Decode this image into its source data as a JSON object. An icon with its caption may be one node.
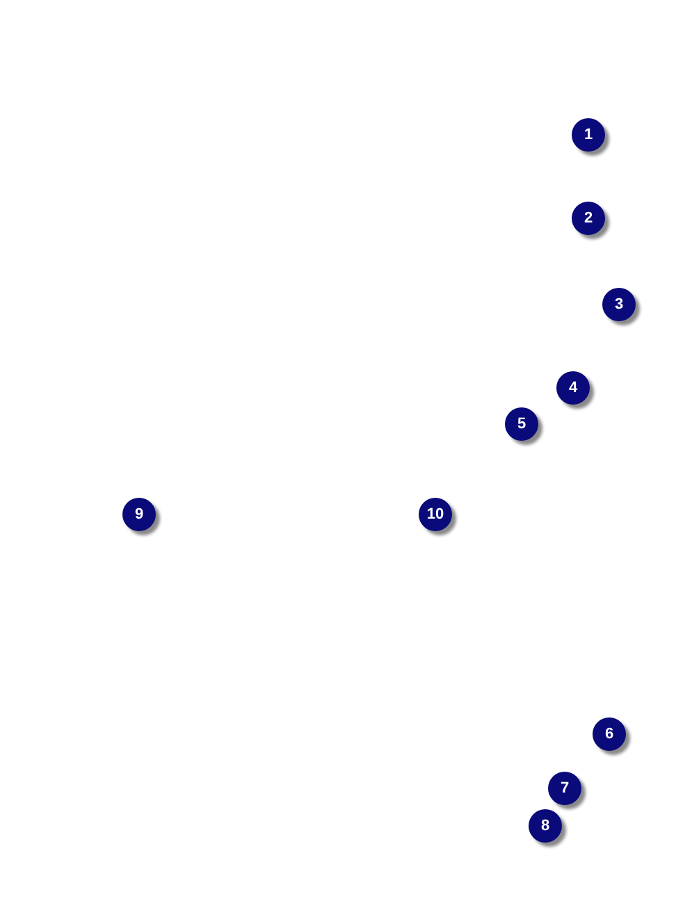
{
  "diagram": {
    "labels": [
      "1",
      "2",
      "3",
      "4",
      "5",
      "9",
      "10",
      "6",
      "7",
      "8"
    ]
  }
}
